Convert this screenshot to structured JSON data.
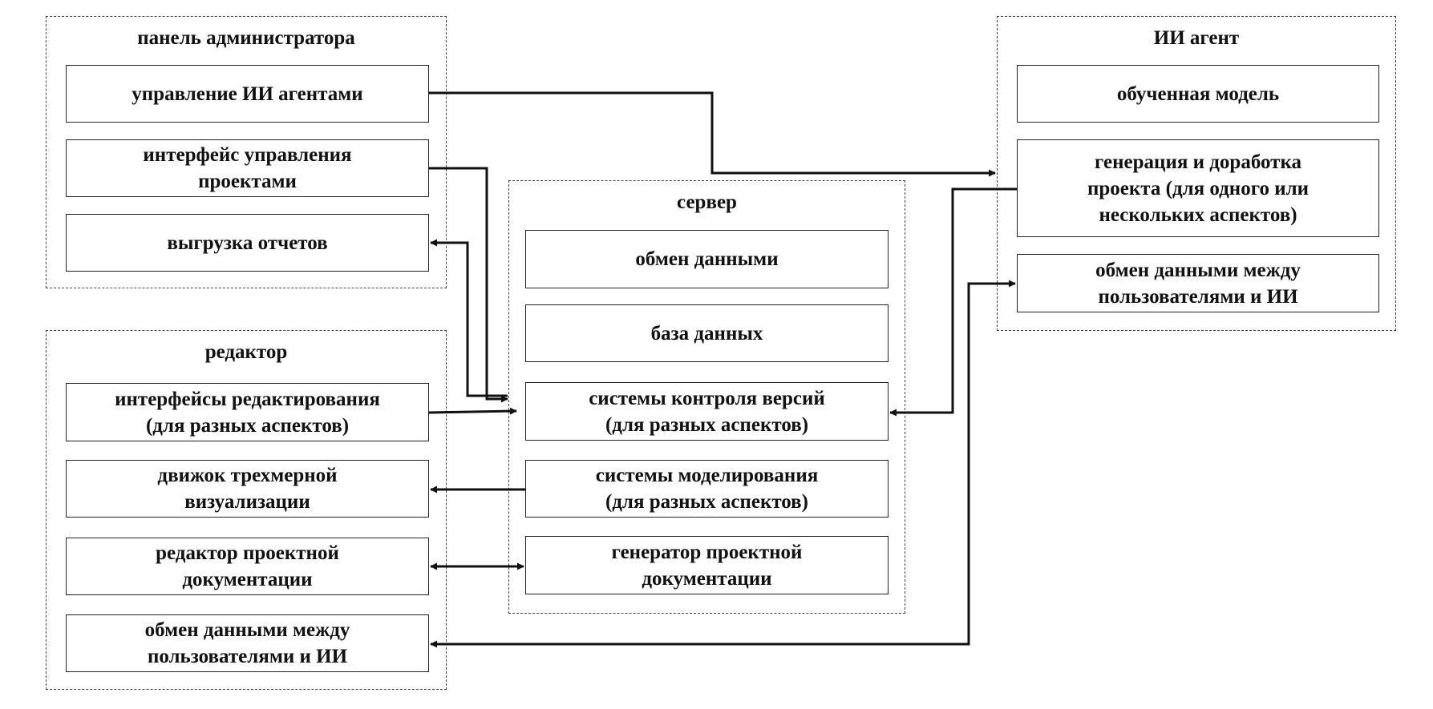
{
  "groups": {
    "admin": {
      "title": "панель администратора",
      "items": [
        "управление ИИ агентами",
        "интерфейс управления\nпроектами",
        "выгрузка отчетов"
      ]
    },
    "editor": {
      "title": "редактор",
      "items": [
        "интерфейсы редактирования\n(для разных аспектов)",
        "движок трехмерной\nвизуализации",
        "редактор проектной\nдокументации",
        "обмен данными между\nпользователями и ИИ"
      ]
    },
    "server": {
      "title": "сервер",
      "items": [
        "обмен данными",
        "база данных",
        "системы контроля версий\n(для разных аспектов)",
        "системы моделирования\n(для разных аспектов)",
        "генератор проектной\nдокументации"
      ]
    },
    "agent": {
      "title": "ИИ агент",
      "items": [
        "обученная модель",
        "генерация и доработка\nпроекта (для одного или\nнескольких аспектов)",
        "обмен данными между\nпользователями и ИИ"
      ]
    }
  },
  "connections": [
    {
      "from": "управление ИИ агентами",
      "to": "генерация и доработка проекта",
      "direction": "forward"
    },
    {
      "from": "интерфейс управления проектами",
      "to": "системы контроля версий",
      "direction": "forward"
    },
    {
      "from": "системы контроля версий",
      "to": "выгрузка отчетов",
      "direction": "forward"
    },
    {
      "from": "интерфейсы редактирования",
      "to": "системы контроля версий",
      "direction": "forward"
    },
    {
      "from": "генерация и доработка проекта",
      "to": "системы контроля версий",
      "direction": "forward"
    },
    {
      "from": "системы моделирования",
      "to": "движок трехмерной визуализации",
      "direction": "forward"
    },
    {
      "from": "редактор проектной документации",
      "to": "генератор проектной документации",
      "direction": "both"
    },
    {
      "from": "обмен данными между пользователями и ИИ (редактор)",
      "to": "обмен данными между пользователями и ИИ (агент)",
      "direction": "both"
    }
  ]
}
